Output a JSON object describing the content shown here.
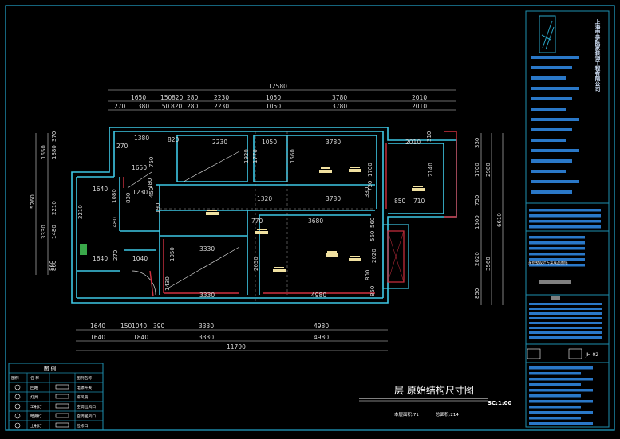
{
  "drawing": {
    "title": "一层  原始结构尺寸图",
    "scale": "SC:1:00",
    "area_note_left": "本层面积:71",
    "area_note_right": "总面积:214"
  },
  "title_block": {
    "company_vertical": "上海申恭陈家装饰工程有限公司",
    "project_note": "某别墅设计方案成品图纸",
    "sheet_no": "JH-02"
  },
  "legend": {
    "heading": "图 例",
    "rows": [
      [
        "图例",
        "名 称",
        "",
        "图例名称"
      ],
      [
        "",
        "回路",
        "",
        "电源开关"
      ],
      [
        "",
        "灯具",
        "",
        "排风扇"
      ],
      [
        "",
        "工射灯",
        "",
        "空调出风口"
      ],
      [
        "",
        "暗藏灯",
        "",
        "空调回风口"
      ],
      [
        "",
        "上射灯",
        "",
        "检修口"
      ]
    ]
  },
  "dimensions": {
    "top_total": "12580",
    "top_row1": [
      "1650",
      "150",
      "820",
      "280",
      "2230",
      "1050",
      "3780",
      "2010"
    ],
    "top_row2": [
      "270",
      "1380",
      "150",
      "820",
      "280",
      "2230",
      "1050",
      "3780",
      "2010"
    ],
    "bottom_row1": [
      "1640",
      "150",
      "1040",
      "390",
      "3330",
      "4980"
    ],
    "bottom_row2": [
      "1640",
      "1840",
      "3330",
      "4980"
    ],
    "bottom_total": "11790",
    "left_total": "5260",
    "left_parts": [
      "1650",
      "1380",
      "370",
      "2210",
      "3330",
      "1480",
      "860"
    ],
    "right_total": "6610",
    "right_parts": [
      "330",
      "1700",
      "2980",
      "750",
      "1500",
      "2020",
      "3560",
      "850"
    ],
    "interior": [
      "270",
      "1380",
      "820",
      "2230",
      "1050",
      "3780",
      "2010",
      "310",
      "1650",
      "750",
      "1920",
      "1770",
      "1560",
      "1700",
      "2140",
      "1640",
      "1230",
      "450",
      "1080",
      "830",
      "180",
      "190",
      "1320",
      "3780",
      "330",
      "850",
      "710",
      "560",
      "2210",
      "1480",
      "3680",
      "770",
      "1640",
      "270",
      "1040",
      "1050",
      "3330",
      "2050",
      "2020",
      "860",
      "1430",
      "3330",
      "4980",
      "850",
      "560",
      "800",
      "730"
    ]
  }
}
